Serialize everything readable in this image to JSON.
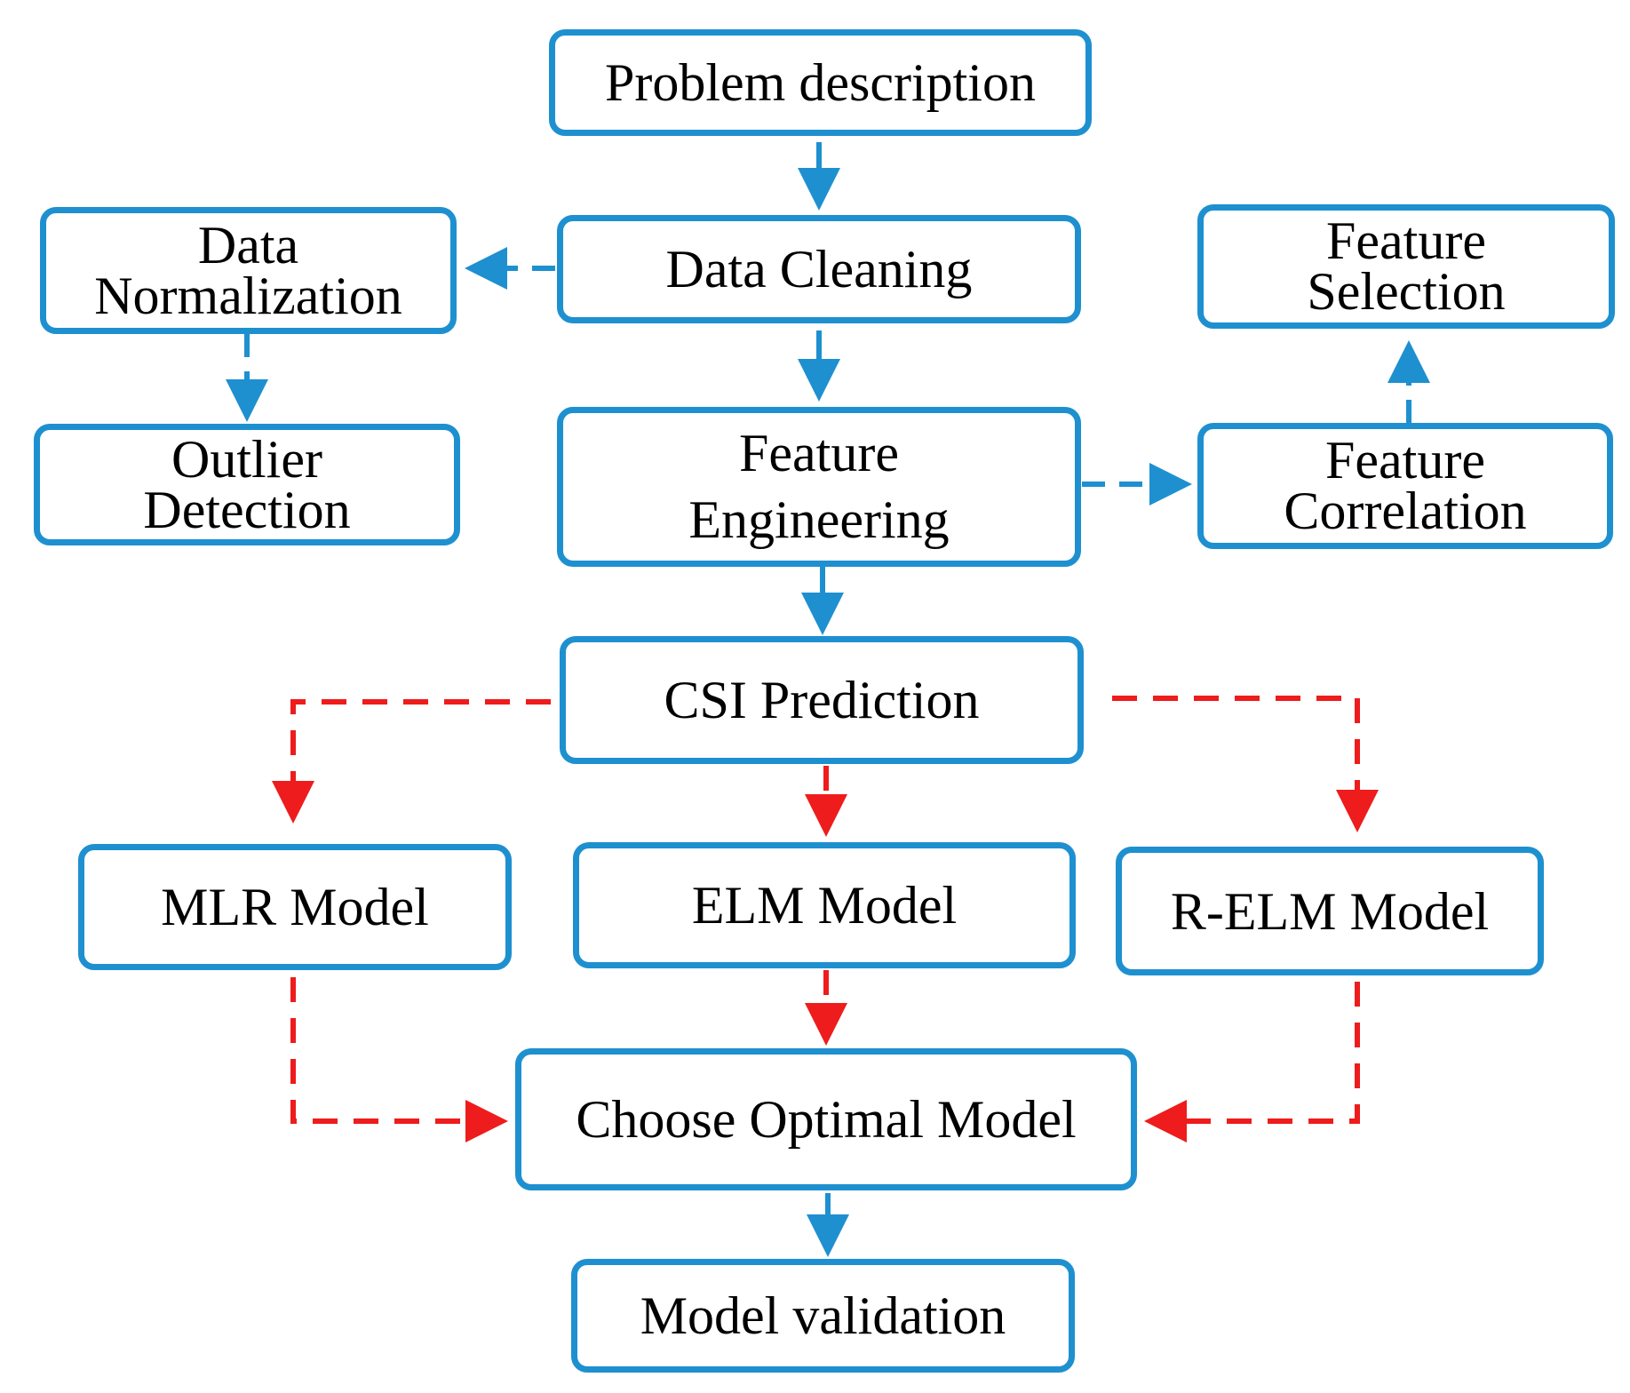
{
  "diagram": {
    "colors": {
      "box_border": "#1e90d0",
      "flow_arrow": "#1e90d0",
      "model_arrow": "#ee1c1c",
      "text": "#000000"
    },
    "nodes": {
      "problem_description": "Problem description",
      "data_cleaning": "Data Cleaning",
      "data_normalization": "Data\nNormalization",
      "outlier_detection": "Outlier\nDetection",
      "feature_engineering": "Feature\nEngineering",
      "feature_correlation": "Feature\nCorrelation",
      "feature_selection": "Feature\nSelection",
      "csi_prediction": "CSI Prediction",
      "mlr_model": "MLR Model",
      "elm_model": "ELM Model",
      "relm_model": "R-ELM Model",
      "choose_optimal_model": "Choose Optimal Model",
      "model_validation": "Model validation"
    }
  }
}
